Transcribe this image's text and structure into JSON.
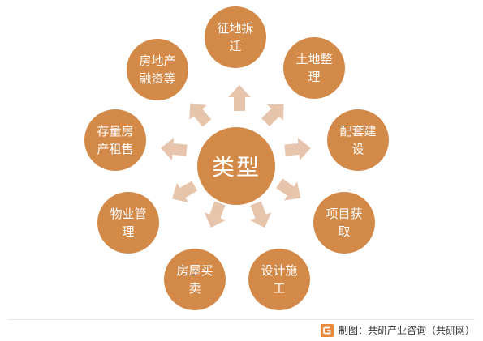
{
  "center": {
    "label": "类型"
  },
  "nodes": [
    {
      "line1": "征地拆",
      "line2": "迁"
    },
    {
      "line1": "土地整",
      "line2": "理"
    },
    {
      "line1": "配套建",
      "line2": "设"
    },
    {
      "line1": "项目获",
      "line2": "取"
    },
    {
      "line1": "设计施",
      "line2": "工"
    },
    {
      "line1": "房屋买",
      "line2": "卖"
    },
    {
      "line1": "物业管",
      "line2": "理"
    },
    {
      "line1": "存量房",
      "line2": "产租售"
    },
    {
      "line1": "房地产",
      "line2": "融资等"
    }
  ],
  "footer": {
    "source": "制图：共研产业咨询（共研网）"
  },
  "colors": {
    "node": "#D38948",
    "arrow": "#E7C4AC",
    "logo": "#E8873A"
  },
  "icons": {
    "logo": "gongyan-logo-icon"
  }
}
